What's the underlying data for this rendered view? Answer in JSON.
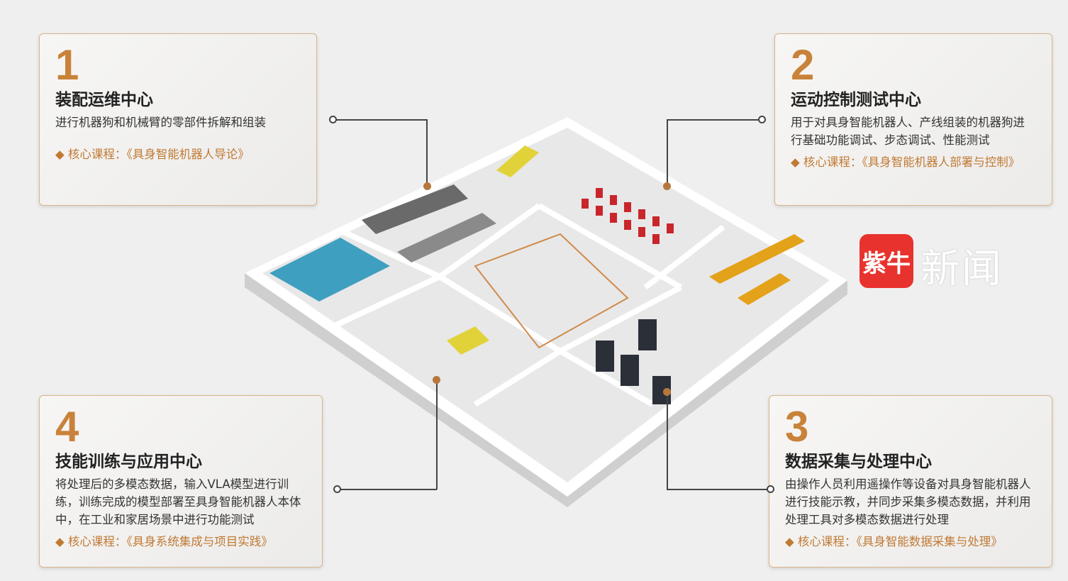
{
  "cards": [
    {
      "num": "1",
      "title": "装配运维中心",
      "desc": "进行机器狗和机械臂的零部件拆解和组装",
      "course_label": "◆ 核心课程：",
      "course": "《具身智能机器人导论》"
    },
    {
      "num": "2",
      "title": "运动控制测试中心",
      "desc": "用于对具身智能机器人、产线组装的机器狗进行基础功能调试、步态调试、性能测试",
      "course_label": "◆ 核心课程：",
      "course": "《具身智能机器人部署与控制》"
    },
    {
      "num": "3",
      "title": "数据采集与处理中心",
      "desc": "由操作人员利用遥操作等设备对具身智能机器人进行技能示教，并同步采集多模态数据，并利用处理工具对多模态数据进行处理",
      "course_label": "◆ 核心课程：",
      "course": "《具身智能数据采集与处理》"
    },
    {
      "num": "4",
      "title": "技能训练与应用中心",
      "desc": "将处理后的多模态数据，输入VLA模型进行训练，训练完成的模型部署至具身智能机器人本体中，在工业和家居场景中进行功能测试",
      "course_label": "◆ 核心课程：",
      "course": "《具身系统集成与项目实践》"
    }
  ],
  "watermark": {
    "logo": "紫牛",
    "text": "新闻"
  },
  "colors": {
    "accent": "#c9823a",
    "border": "#d9b48a",
    "wall": "#ffffff",
    "floor": "#e6e6e6"
  }
}
